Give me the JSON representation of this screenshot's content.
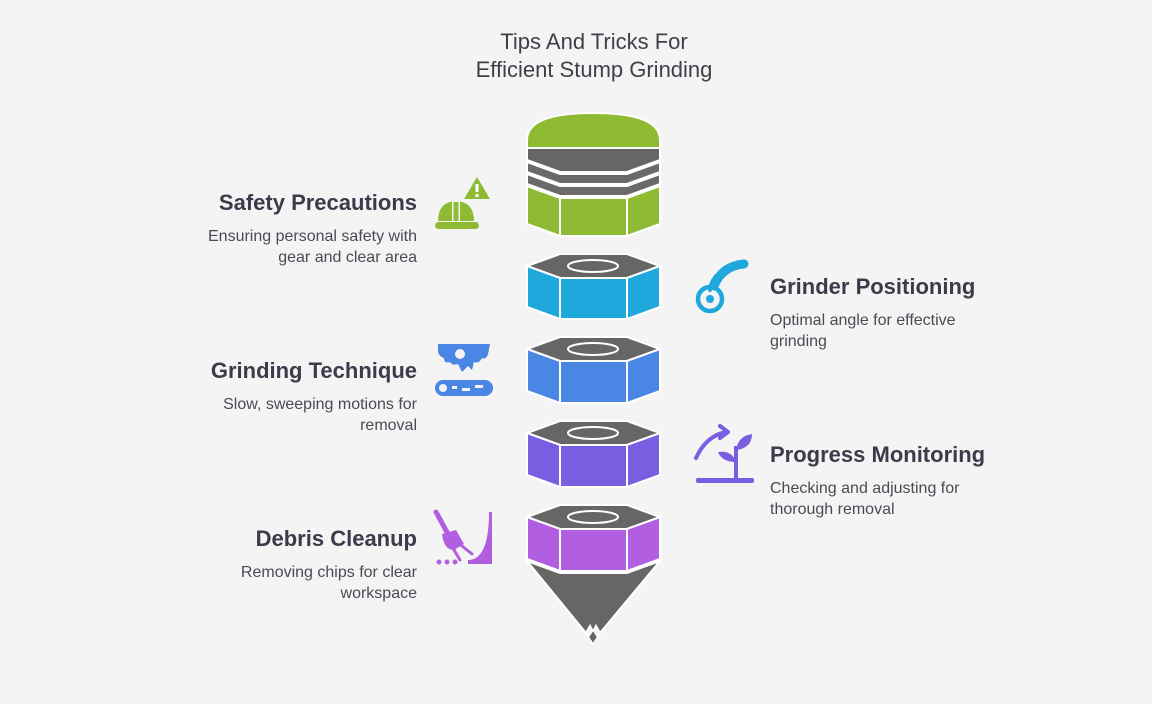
{
  "title": {
    "line1": "Tips And Tricks For",
    "line2": "Efficient Stump Grinding"
  },
  "items": [
    {
      "id": "safety",
      "title": "Safety Precautions",
      "desc_line1": "Ensuring personal safety with",
      "desc_line2": "gear and clear area",
      "icon": "hardhat-warning-icon"
    },
    {
      "id": "positioning",
      "title": "Grinder Positioning",
      "desc_line1": "Optimal angle for effective",
      "desc_line2": "grinding",
      "icon": "grinder-wheel-icon"
    },
    {
      "id": "technique",
      "title": "Grinding Technique",
      "desc_line1": "Slow, sweeping motions for",
      "desc_line2": "removal",
      "icon": "conveyor-gear-icon"
    },
    {
      "id": "monitoring",
      "title": "Progress Monitoring",
      "desc_line1": "Checking and adjusting for",
      "desc_line2": "thorough removal",
      "icon": "growth-arrow-icon"
    },
    {
      "id": "cleanup",
      "title": "Debris Cleanup",
      "desc_line1": "Removing chips for clear",
      "desc_line2": "workspace",
      "icon": "broom-icon"
    }
  ],
  "colors": {
    "green": "#8fbb34",
    "cyan": "#1fa8dc",
    "blue": "#4a86e3",
    "violet": "#7a5ee2",
    "purple": "#b25ee0",
    "gray": "#666666",
    "gray_light": "#777777"
  }
}
